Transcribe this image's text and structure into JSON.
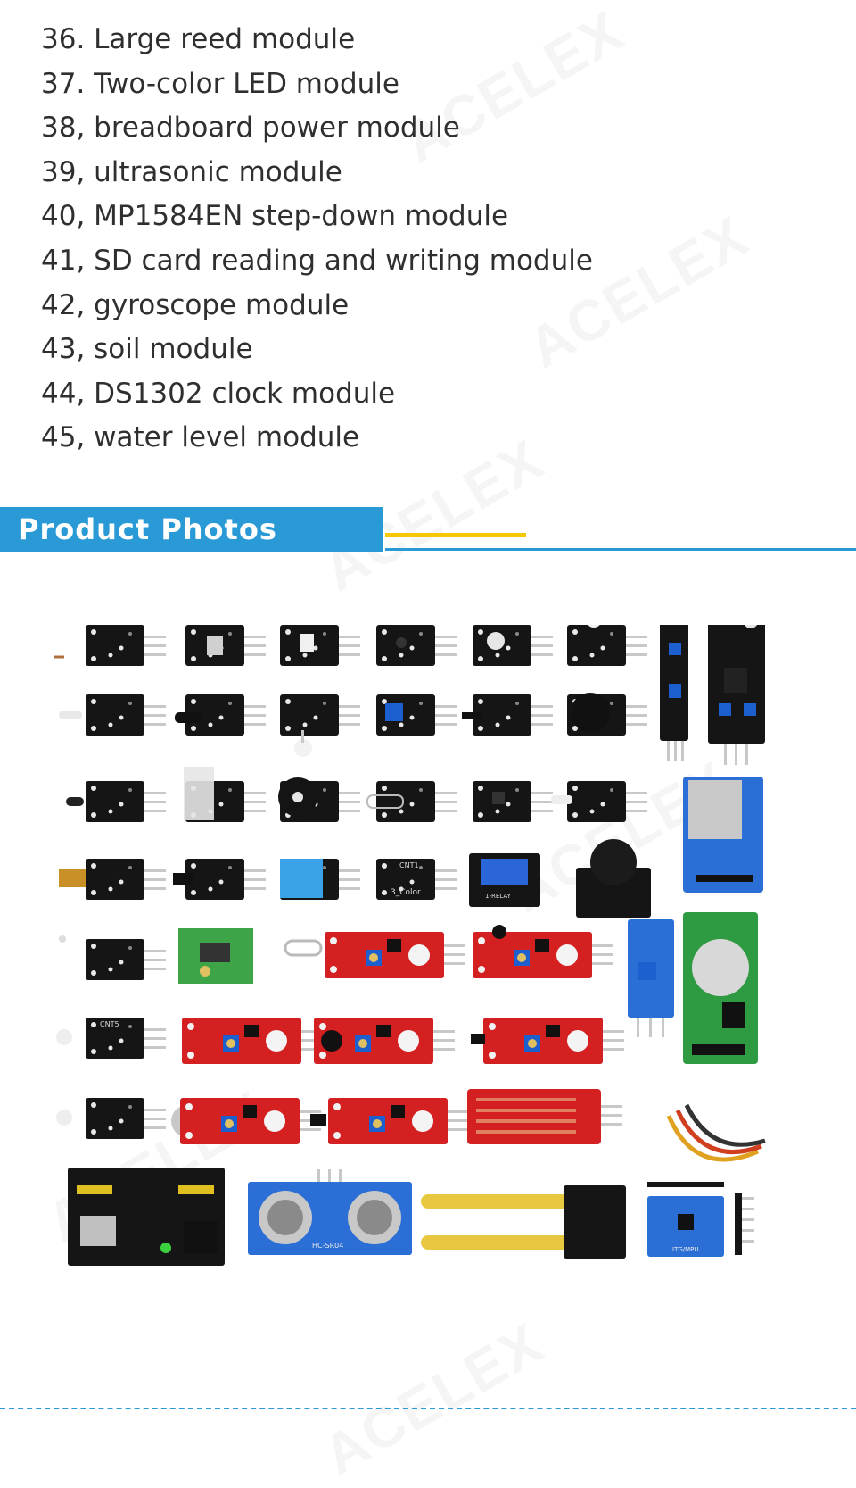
{
  "module_list": [
    "36. Large reed module",
    "37. Two-color LED module",
    "38, breadboard power module",
    "39, ultrasonic module",
    "40, MP1584EN step-down module",
    "41, SD card reading and writing module",
    "42, gyroscope module",
    "43, soil module",
    "44, DS1302 clock module",
    "45, water level module"
  ],
  "section": {
    "title": "Product Photos"
  },
  "photo": {
    "watermark": "ACELEX",
    "board_labels": {
      "cnt1": "CNT1",
      "cnt5": "CNT5",
      "color3": "3_Color",
      "hcsr04": "HC-SR04",
      "mpu": "ITG/MPU",
      "relay": "1-RELAY"
    }
  },
  "colors": {
    "accent_blue": "#2a9ad6",
    "accent_yellow": "#f6c800",
    "text": "#2f2f2f"
  }
}
